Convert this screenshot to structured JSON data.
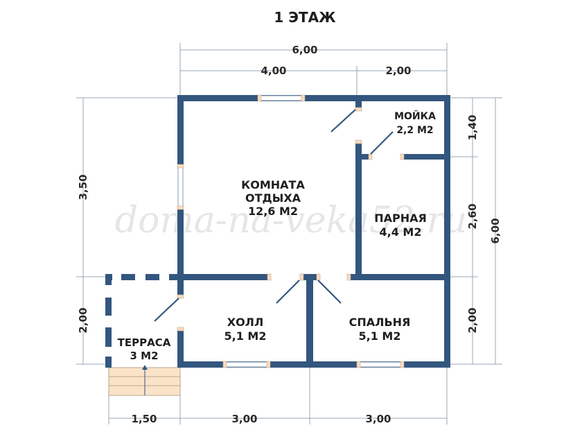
{
  "title": "1 ЭТАЖ",
  "watermark": "doma-na-veka52.ru",
  "colors": {
    "wall": "#33567e",
    "stairs": "#fbe3c8"
  },
  "rooms": [
    {
      "name": "КОМНАТА",
      "name2": "ОТДЫХА",
      "area": "12,6 М2"
    },
    {
      "name": "МОЙКА",
      "area": "2,2 М2"
    },
    {
      "name": "ПАРНАЯ",
      "area": "4,4 М2"
    },
    {
      "name": "ХОЛЛ",
      "area": "5,1 М2"
    },
    {
      "name": "СПАЛЬНЯ",
      "area": "5,1 М2"
    },
    {
      "name": "ТЕРРАСА",
      "area": "3 М2"
    }
  ],
  "dimensions": {
    "top_total": "6,00",
    "top_left": "4,00",
    "top_right": "2,00",
    "left_upper": "3,50",
    "left_lower": "2,00",
    "right_1": "1,40",
    "right_2": "2,60",
    "right_3": "2,00",
    "right_total": "6,00",
    "bottom_1": "1,50",
    "bottom_2": "3,00",
    "bottom_3": "3,00"
  }
}
